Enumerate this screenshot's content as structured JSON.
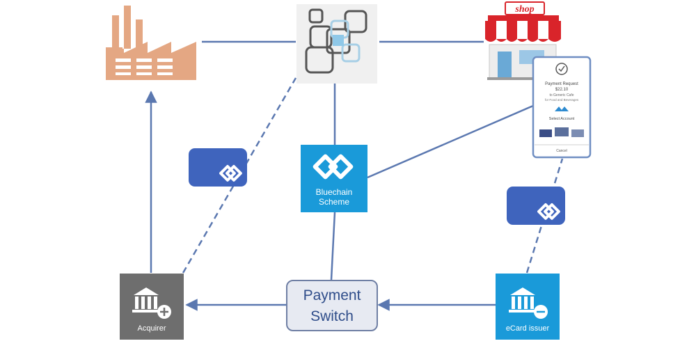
{
  "nodes": {
    "shop_sign": "shop",
    "bluechain_scheme": {
      "line1": "Bluechain",
      "line2": "Scheme"
    },
    "payment_switch": {
      "line1": "Payment",
      "line2": "Switch"
    },
    "acquirer": "Acquirer",
    "ecard_issuer": "eCard issuer"
  },
  "phone": {
    "title": "Payment Request",
    "amount": "$22.10",
    "to": "to Generic Cafe",
    "item": "for Food and Beverages",
    "select": "Select Account",
    "cancel": "Cancel"
  },
  "colors": {
    "connector": "#5b78b0",
    "blue_tile": "#1a9ad9",
    "dark_blue_token": "#3f64bd",
    "gray_tile": "#6e6e6e",
    "factory": "#e4a783",
    "switch_border": "#6f7fa4",
    "switch_fill": "#e7eaf2",
    "switch_text": "#2f4d8a",
    "awning_red": "#d9242a"
  },
  "icons": [
    "factory-icon",
    "network-logo-icon",
    "shop-icon",
    "phone-icon",
    "bank-plus-icon",
    "bank-minus-icon",
    "chain-link-icon"
  ]
}
